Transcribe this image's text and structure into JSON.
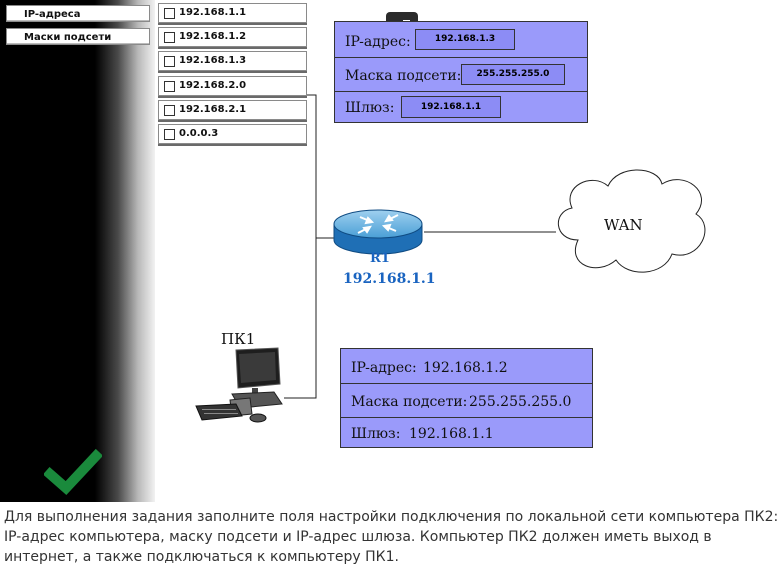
{
  "categories": {
    "ip_addresses": "IP-адреса",
    "subnet_masks": "Маски подсети"
  },
  "options": [
    {
      "label": "192.168.1.1"
    },
    {
      "label": "192.168.1.2"
    },
    {
      "label": "192.168.1.3"
    },
    {
      "label": "192.168.2.0"
    },
    {
      "label": "192.168.2.1"
    },
    {
      "label": "0.0.0.3"
    }
  ],
  "pk2_box": {
    "ip_label": "IP-адрес:",
    "ip_value": "192.168.1.3",
    "mask_label": "Маска подсети:",
    "mask_value": "255.255.255.0",
    "gateway_label": "Шлюз:",
    "gateway_value": "192.168.1.1"
  },
  "router": {
    "name": "R1",
    "ip": "192.168.1.1"
  },
  "cloud": {
    "label": "WAN"
  },
  "pk1": {
    "name": "ПК1",
    "ip_label": "IP-адрес:",
    "ip_value": "192.168.1.2",
    "mask_label": "Маска подсети:",
    "mask_value": "255.255.255.0",
    "gateway_label": "Шлюз:",
    "gateway_value": "192.168.1.1"
  },
  "caption": "Для выполнения задания заполните поля настройки подключения по локальной сети компьютера ПК2: IP-адрес компьютера, маску подсети и IP-адрес шлюза. Компьютер ПК2 должен иметь выход в интернет, а также подключаться к компьютеру ПК1.",
  "icons": [
    "external-link-icon",
    "checkmark-icon",
    "router-icon",
    "cloud-icon",
    "computer-icon"
  ],
  "colors": {
    "field_box": "#9a9afa",
    "router_label": "#1a64c0",
    "check": "#1a8a3c"
  }
}
